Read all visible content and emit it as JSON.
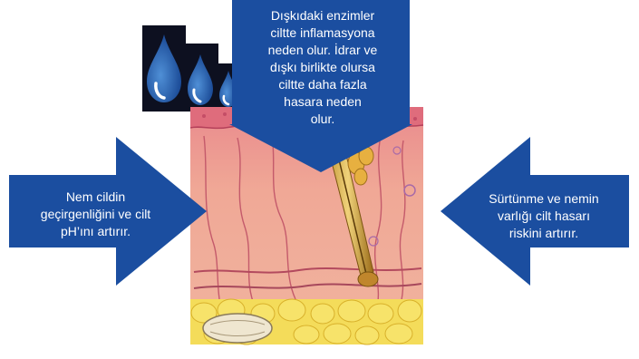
{
  "callouts": {
    "left": {
      "lines": [
        "Nem cildin",
        "geçirgenliğini ve cilt",
        "pH’ını artırır."
      ]
    },
    "top": {
      "lines": [
        "Dışkıdaki enzimler",
        "ciltte inflamasyona",
        "neden olur. İdrar ve",
        "dışkı birlikte olursa",
        "ciltte daha fazla",
        "hasara neden",
        "olur."
      ]
    },
    "right": {
      "lines": [
        "Sürtünme ve nemin",
        "varlığı cilt hasarı",
        "riskini artırır."
      ]
    }
  },
  "colors": {
    "arrow": "#1b4ea0",
    "drop": "#1f5fae",
    "drop_background": "#0d1020",
    "skin_dermis": "#efa593",
    "skin_epidermis": "#e0697a",
    "fat": "#f2d84a"
  },
  "icons": [
    "water-drop-icon",
    "skin-cross-section-icon",
    "hair-follicle-icon"
  ]
}
